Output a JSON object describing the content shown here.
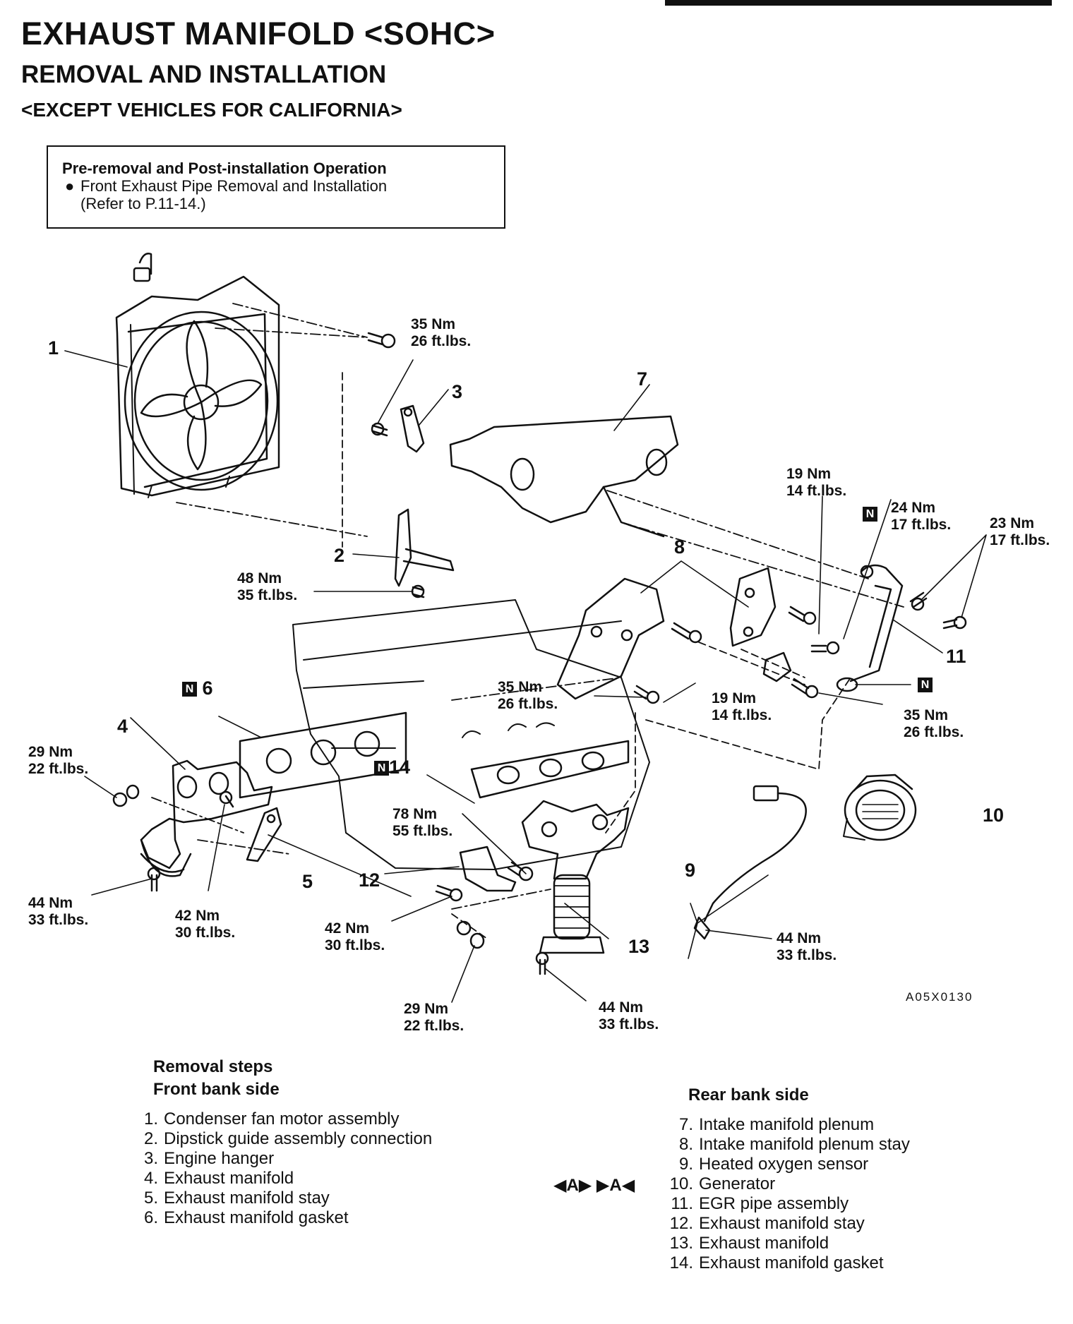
{
  "header": {
    "title": "EXHAUST MANIFOLD <SOHC>",
    "subtitle": "REMOVAL AND INSTALLATION",
    "scope": "<EXCEPT VEHICLES FOR CALIFORNIA>"
  },
  "pre_operation": {
    "title": "Pre-removal and Post-installation Operation",
    "item": "Front Exhaust Pipe Removal and Installation",
    "ref": "(Refer to P.11-14.)"
  },
  "callouts": {
    "c1": "1",
    "c2": "2",
    "c3": "3",
    "c4": "4",
    "c5": "5",
    "c6": "6",
    "c7": "7",
    "c8": "8",
    "c9": "9",
    "c10": "10",
    "c11": "11",
    "c12": "12",
    "c13": "13",
    "c14": "14"
  },
  "new_part_mark": "N",
  "torques": {
    "t35a": [
      "35 Nm",
      "26 ft.lbs."
    ],
    "t48": [
      "48 Nm",
      "35 ft.lbs."
    ],
    "t19a": [
      "19 Nm",
      "14 ft.lbs."
    ],
    "t24": [
      "24 Nm",
      "17 ft.lbs."
    ],
    "t23": [
      "23 Nm",
      "17 ft.lbs."
    ],
    "t35b": [
      "35 Nm",
      "26 ft.lbs."
    ],
    "t19b": [
      "19 Nm",
      "14 ft.lbs."
    ],
    "t35c": [
      "35 Nm",
      "26 ft.lbs."
    ],
    "t29a": [
      "29 Nm",
      "22 ft.lbs."
    ],
    "t78": [
      "78 Nm",
      "55 ft.lbs."
    ],
    "t44a": [
      "44 Nm",
      "33 ft.lbs."
    ],
    "t42a": [
      "42 Nm",
      "30 ft.lbs."
    ],
    "t42b": [
      "42 Nm",
      "30 ft.lbs."
    ],
    "t44b": [
      "44 Nm",
      "33 ft.lbs."
    ],
    "t29b": [
      "29 Nm",
      "22 ft.lbs."
    ],
    "t44c": [
      "44 Nm",
      "33 ft.lbs."
    ]
  },
  "figure_id": "A05X0130",
  "removal": {
    "title": "Removal steps",
    "front_title": "Front bank side",
    "rear_title": "Rear bank side",
    "front_steps": [
      {
        "n": "1.",
        "text": "Condenser fan motor assembly"
      },
      {
        "n": "2.",
        "text": "Dipstick guide assembly connection"
      },
      {
        "n": "3.",
        "text": "Engine hanger"
      },
      {
        "n": "4.",
        "text": "Exhaust manifold"
      },
      {
        "n": "5.",
        "text": "Exhaust manifold stay"
      },
      {
        "n": "6.",
        "text": "Exhaust manifold gasket"
      }
    ],
    "rear_steps": [
      {
        "n": "7.",
        "text": "Intake manifold plenum"
      },
      {
        "n": "8.",
        "text": "Intake manifold plenum stay"
      },
      {
        "n": "9.",
        "text": "Heated oxygen sensor"
      },
      {
        "n": "10.",
        "text": "Generator"
      },
      {
        "n": "11.",
        "text": "EGR pipe assembly"
      },
      {
        "n": "12.",
        "text": "Exhaust manifold stay"
      },
      {
        "n": "13.",
        "text": "Exhaust manifold"
      },
      {
        "n": "14.",
        "text": "Exhaust manifold gasket"
      }
    ],
    "service_marks": "◀A▶  ▶A◀"
  }
}
